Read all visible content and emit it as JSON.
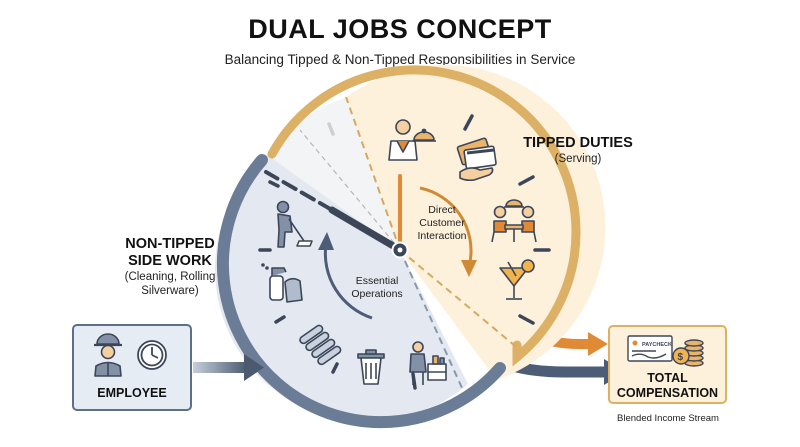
{
  "header": {
    "title": "DUAL JOBS CONCEPT",
    "subtitle": "Balancing Tipped & Non-Tipped Responsibilities in Service"
  },
  "tipped": {
    "title": "TIPPED DUTIES",
    "subtitle": "(Serving)",
    "inner_label_1": "Direct",
    "inner_label_2": "Customer",
    "inner_label_3": "Interaction"
  },
  "non_tipped": {
    "title_1": "NON-TIPPED",
    "title_2": "SIDE WORK",
    "subtitle_1": "(Cleaning, Rolling",
    "subtitle_2": "Silverware)",
    "inner_label_1": "Essential",
    "inner_label_2": "Operations"
  },
  "employee": {
    "label": "EMPLOYEE"
  },
  "total": {
    "title_1": "TOTAL",
    "title_2": "COMPENSATION",
    "caption": "Blended Income Stream",
    "paycheck_text": "PAYCHECK"
  },
  "colors": {
    "tipped_fill": "#fdf1dc",
    "tipped_ring": "#dcb065",
    "non_tipped_fill": "#e4e9f1",
    "non_tipped_ring": "#5d6f89",
    "arrow_orange": "#e08a35",
    "dark_navy": "#3d4658",
    "employee_fill": "#e6ecf3",
    "total_fill": "#fdf1dc"
  }
}
